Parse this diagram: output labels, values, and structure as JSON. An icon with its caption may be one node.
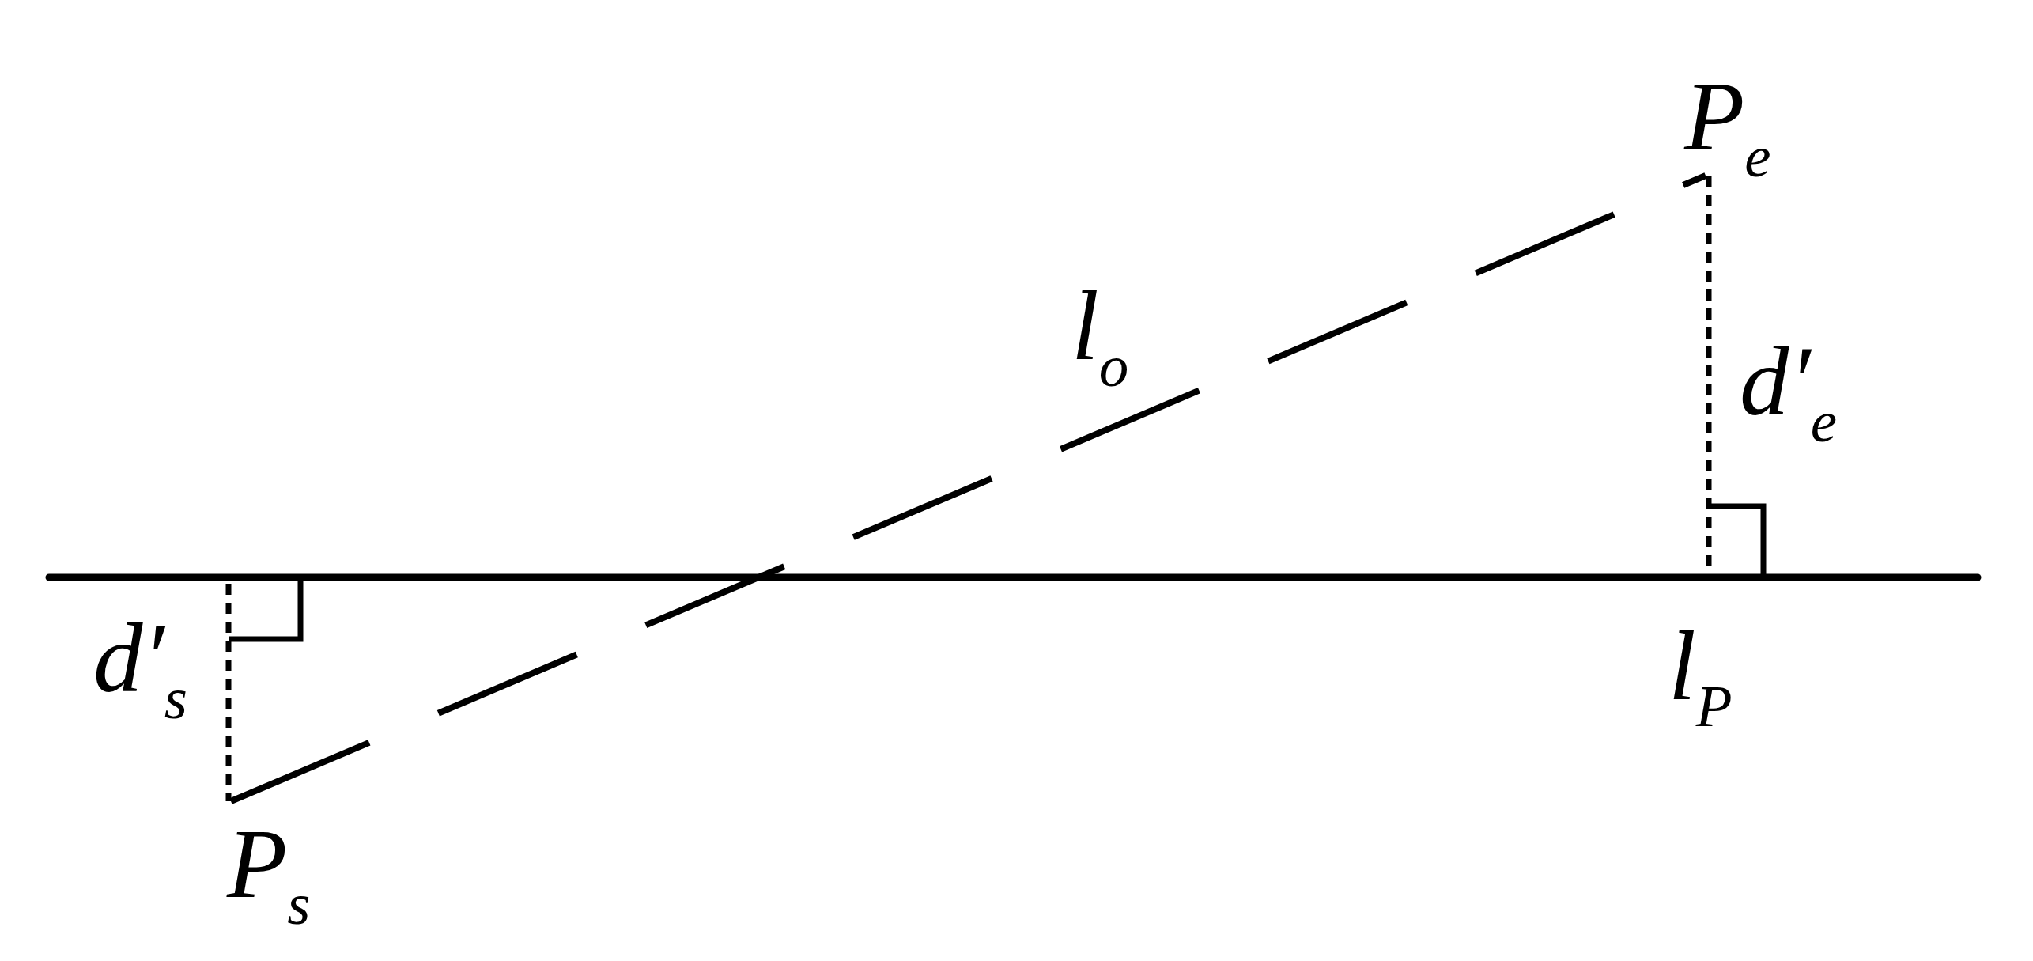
{
  "diagram": {
    "labels": [
      "P$_{e}$",
      "l$_{o}$",
      "d′$_{e}$",
      "d′$_{s}$",
      "l$_{P}$",
      "P$_{s}$"
    ]
  }
}
